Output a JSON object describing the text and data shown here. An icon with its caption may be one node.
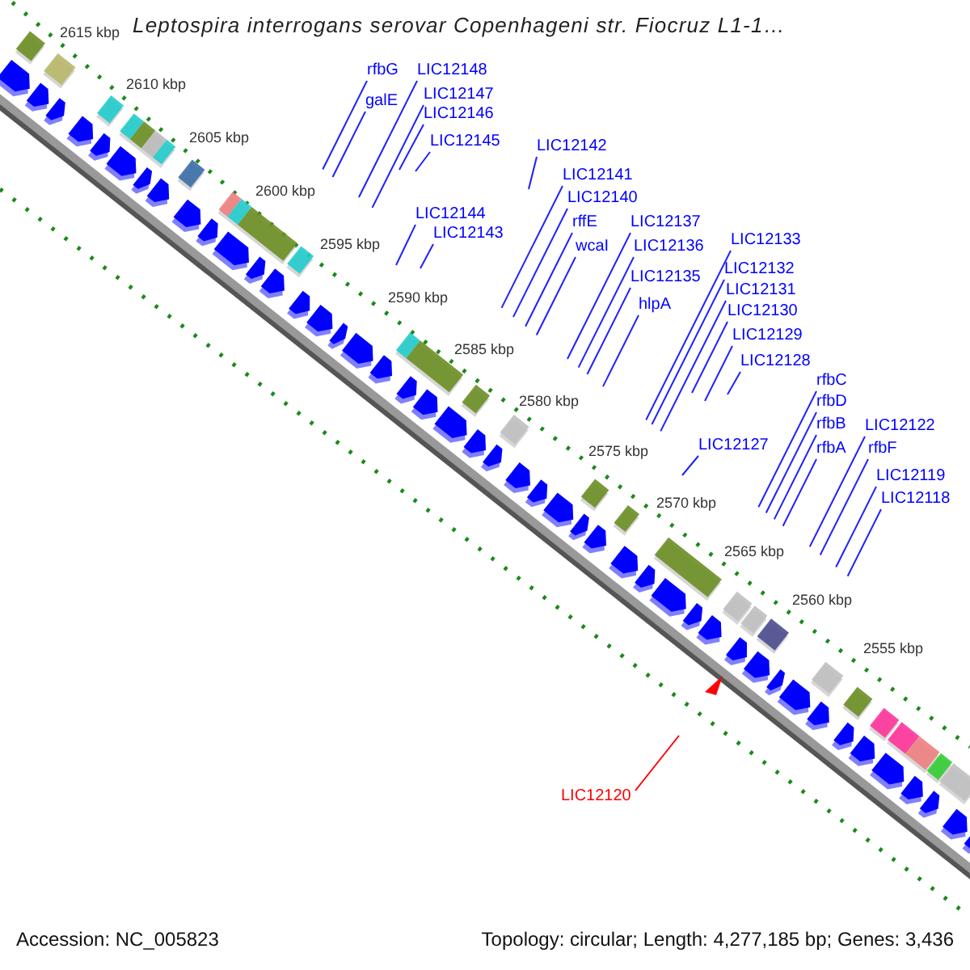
{
  "diagram": {
    "title": "Leptospira interrogans serovar Copenhageni str. Fiocruz L1-1…",
    "nodes": [
      {
        "text": [
          "rfbG"
        ]
      },
      {
        "text": [
          "LIC12148"
        ]
      },
      {
        "text": [
          "galE"
        ]
      },
      {
        "text": [
          "LIC12147"
        ]
      },
      {
        "text": [
          "LIC12146"
        ]
      },
      {
        "text": [
          "LIC12145"
        ]
      },
      {
        "text": [
          "LIC12144"
        ]
      },
      {
        "text": [
          "LIC12143"
        ]
      },
      {
        "text": [
          "LIC12142"
        ]
      },
      {
        "text": [
          "LIC12141"
        ]
      },
      {
        "text": [
          "LIC12140"
        ]
      },
      {
        "text": [
          "rffE"
        ]
      },
      {
        "text": [
          "wcaI"
        ]
      },
      {
        "text": [
          "LIC12137"
        ]
      },
      {
        "text": [
          "LIC12136"
        ]
      },
      {
        "text": [
          "LIC12135"
        ]
      },
      {
        "text": [
          "hlpA"
        ]
      },
      {
        "text": [
          "LIC12133"
        ]
      },
      {
        "text": [
          "LIC12132"
        ]
      },
      {
        "text": [
          "LIC12131"
        ]
      },
      {
        "text": [
          "LIC12130"
        ]
      },
      {
        "text": [
          "LIC12129"
        ]
      },
      {
        "text": [
          "LIC12128"
        ]
      },
      {
        "text": [
          "rfbC"
        ]
      },
      {
        "text": [
          "rfbD"
        ]
      },
      {
        "text": [
          "rfbB"
        ]
      },
      {
        "text": [
          "LIC12127"
        ]
      },
      {
        "text": [
          "rfbA"
        ]
      },
      {
        "text": [
          "LIC12122"
        ]
      },
      {
        "text": [
          "rfbF"
        ]
      },
      {
        "text": [
          "LIC12119"
        ]
      },
      {
        "text": [
          "LIC12118"
        ]
      },
      {
        "text": [
          "LIC12120"
        ]
      }
    ],
    "edges": [
      {
        "from": 0,
        "to": null,
        "arrow": "none"
      },
      {
        "from": 1,
        "to": null,
        "arrow": "none"
      },
      {
        "from": 2,
        "to": null,
        "arrow": "none"
      },
      {
        "from": 3,
        "to": null,
        "arrow": "none"
      },
      {
        "from": 4,
        "to": null,
        "arrow": "none"
      },
      {
        "from": 5,
        "to": null,
        "arrow": "none"
      },
      {
        "from": 6,
        "to": null,
        "arrow": "none"
      },
      {
        "from": 7,
        "to": null,
        "arrow": "none"
      },
      {
        "from": 8,
        "to": null,
        "arrow": "none"
      },
      {
        "from": 9,
        "to": null,
        "arrow": "none"
      },
      {
        "from": 10,
        "to": null,
        "arrow": "none"
      },
      {
        "from": 11,
        "to": null,
        "arrow": "none"
      },
      {
        "from": 12,
        "to": null,
        "arrow": "none"
      },
      {
        "from": 13,
        "to": null,
        "arrow": "none"
      },
      {
        "from": 14,
        "to": null,
        "arrow": "none"
      },
      {
        "from": 15,
        "to": null,
        "arrow": "none"
      },
      {
        "from": 16,
        "to": null,
        "arrow": "none"
      },
      {
        "from": 17,
        "to": null,
        "arrow": "none"
      },
      {
        "from": 18,
        "to": null,
        "arrow": "none"
      },
      {
        "from": 19,
        "to": null,
        "arrow": "none"
      },
      {
        "from": 20,
        "to": null,
        "arrow": "none"
      },
      {
        "from": 21,
        "to": null,
        "arrow": "none"
      },
      {
        "from": 22,
        "to": null,
        "arrow": "none"
      },
      {
        "from": 23,
        "to": null,
        "arrow": "none"
      },
      {
        "from": 24,
        "to": null,
        "arrow": "none"
      },
      {
        "from": 25,
        "to": null,
        "arrow": "none"
      },
      {
        "from": 26,
        "to": null,
        "arrow": "none"
      },
      {
        "from": 27,
        "to": null,
        "arrow": "none"
      },
      {
        "from": 28,
        "to": null,
        "arrow": "none"
      },
      {
        "from": 29,
        "to": null,
        "arrow": "none"
      },
      {
        "from": 30,
        "to": null,
        "arrow": "none"
      },
      {
        "from": 31,
        "to": null,
        "arrow": "none"
      },
      {
        "from": 32,
        "to": null,
        "arrow": "none",
        "color": "#ff0000"
      }
    ],
    "labels": [
      "2615 kbp",
      "2610 kbp",
      "2605 kbp",
      "2600 kbp",
      "2595 kbp",
      "2590 kbp",
      "2585 kbp",
      "2580 kbp",
      "2575 kbp",
      "2570 kbp",
      "2565 kbp",
      "2560 kbp",
      "2555 kbp",
      "Accession: NC_005823",
      "Topology: circular; Length: 4,277,185 bp; Genes: 3,436"
    ]
  }
}
